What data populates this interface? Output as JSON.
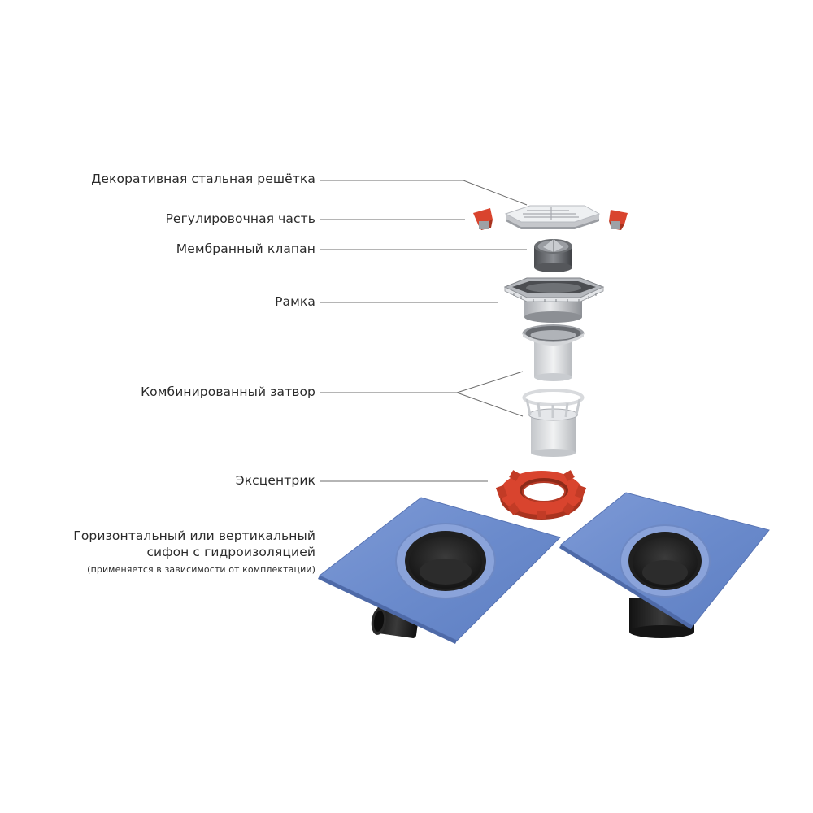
{
  "labels": {
    "grate": "Декоративная стальная решётка",
    "adjuster": "Регулировочная часть",
    "membrane": "Мембранный клапан",
    "frame": "Рамка",
    "trap": "Комбинированный затвор",
    "eccentric": "Эксцентрик",
    "siphon_line1": "Горизонтальный или вертикальный",
    "siphon_line2": "сифон с гидроизоляцией",
    "siphon_note": "(применяется в зависимости от комплектации)"
  },
  "colors": {
    "text": "#2b2b2b",
    "leader": "#6b6b6b",
    "membrane_blue": "#6f8fd0",
    "eccentric_red": "#d9442e",
    "adjuster_red": "#d9442e",
    "steel": "#c9cbcf",
    "pipe_black": "#1f1f1f"
  }
}
